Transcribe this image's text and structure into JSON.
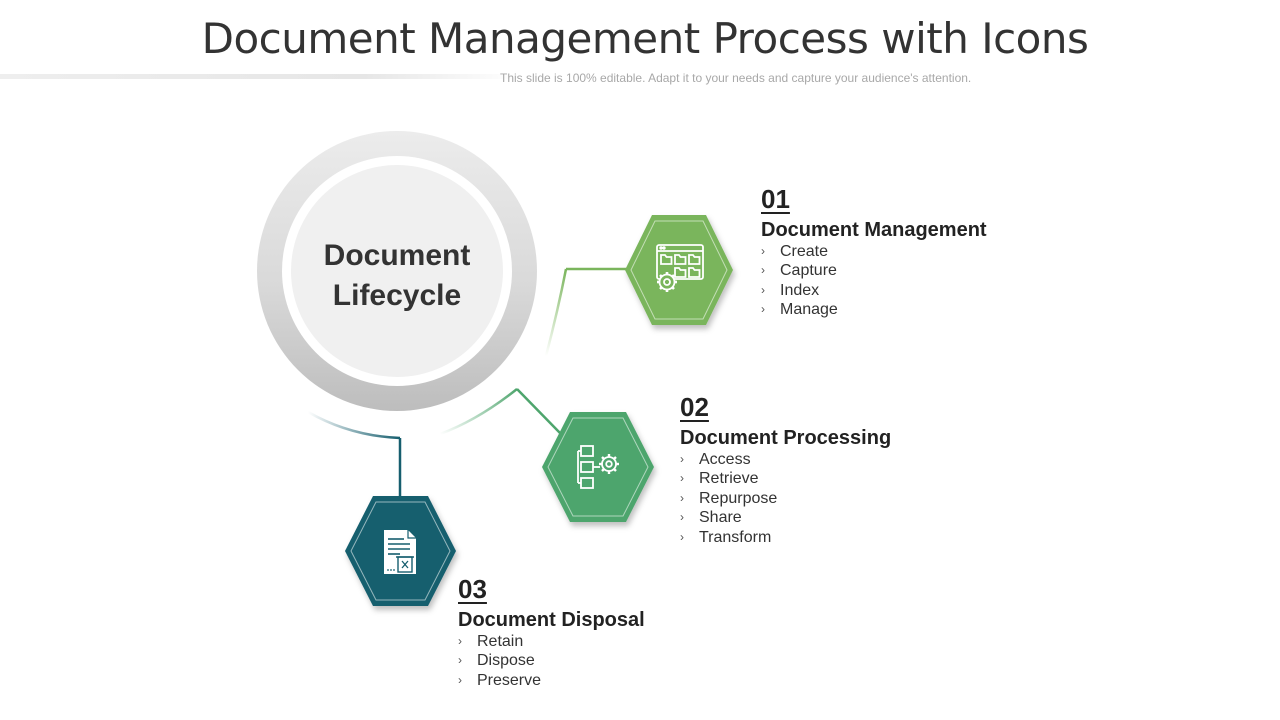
{
  "header": {
    "title": "Document Management Process with Icons",
    "subtitle": "This slide is 100% editable. Adapt it to your needs and capture your audience's attention."
  },
  "center": {
    "line1": "Document",
    "line2": "Lifecycle"
  },
  "steps": [
    {
      "number": "01",
      "title": "Document Management",
      "items": [
        "Create",
        "Capture",
        "Index",
        "Manage"
      ],
      "color": "#7ab55c",
      "icon": "browser-folders-gear-icon"
    },
    {
      "number": "02",
      "title": "Document Processing",
      "items": [
        "Access",
        "Retrieve",
        "Repurpose",
        "Share",
        "Transform"
      ],
      "color": "#4ea56d",
      "icon": "workflow-gear-icon"
    },
    {
      "number": "03",
      "title": "Document Disposal",
      "items": [
        "Retain",
        "Dispose",
        "Preserve"
      ],
      "color": "#165e6e",
      "icon": "document-trash-icon"
    }
  ],
  "colors": {
    "ring": "#cfcfcf",
    "inner": "#f0f0f0",
    "hex1": "#7ab55c",
    "hex2": "#4ea56d",
    "hex3": "#165e6e"
  },
  "bullet_glyph": "›"
}
